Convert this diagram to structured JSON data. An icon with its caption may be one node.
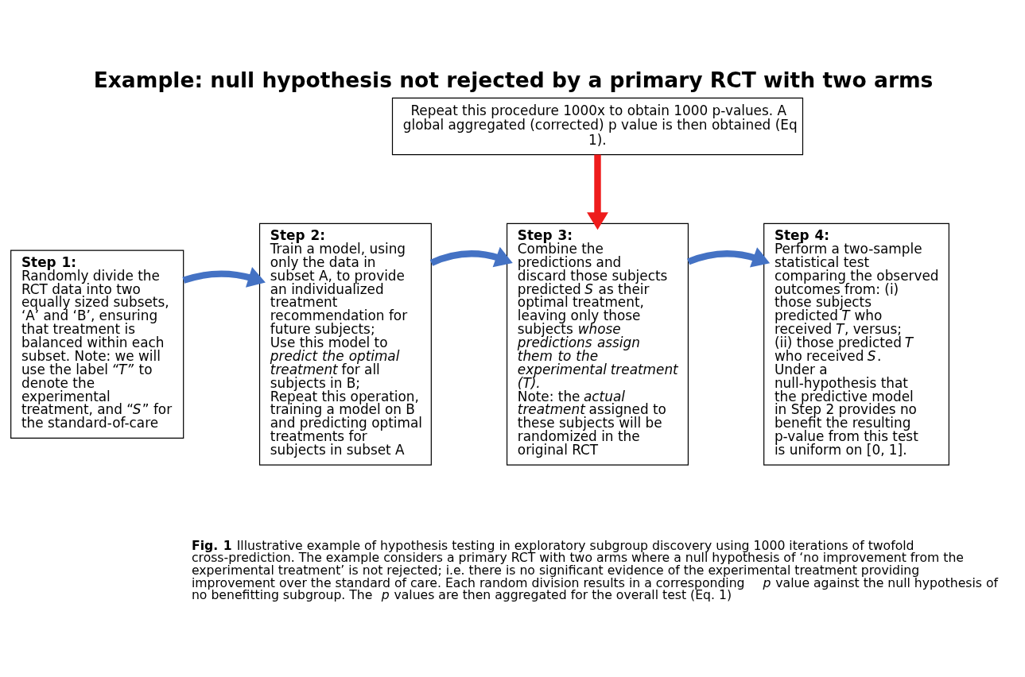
{
  "diagram": {
    "title": "Example: null hypothesis not rejected by a primary RCT with two arms",
    "caption": "**Fig. 1** Illustrative example of hypothesis testing in exploratory subgroup discovery using 1000 iterations of twofold cross-prediction. The example considers a primary RCT with two arms where a null hypothesis of ‘no improvement from the experimental treatment’ is not rejected; i.e. there is no significant evidence of the experimental treatment providing improvement over the standard of care. Each random division results in a corresponding *p* value against the null hypothesis of no benefitting subgroup. The *p* values are then aggregated for the overall test (Eq. 1)",
    "nodes": [
      {
        "text": [
          "Repeat this procedure 1000x to obtain 1000 p-values. A global aggregated (corrected) p value is then obtained (Eq 1)."
        ]
      },
      {
        "text": [
          "**Step 1:**",
          "Randomly divide the RCT data into two equally sized subsets, ‘A’ and ‘B’, ensuring that treatment is balanced within each subset. Note: we will use the label *“T”* to denote the experimental treatment, and “*S*” for the standard-of-care"
        ]
      },
      {
        "text": [
          "**Step 2:**",
          "Train a model, using only the data in subset A, to provide an individualized treatment recommendation for future subjects;",
          "Use this model to *predict the optimal treatment* for all subjects in B;",
          "Repeat this operation, training a model on B and predicting optimal treatments for subjects in subset A"
        ]
      },
      {
        "text": [
          "**Step 3:**",
          "Combine the predictions and discard those subjects predicted *S* as their optimal treatment, leaving only those subjects *whose predictions assign them to the experimental treatment (T).*",
          "Note: the *actual treatment* assigned to these subjects will be randomized in the original RCT"
        ]
      },
      {
        "text": [
          "**Step 4:**",
          "Perform a two-sample statistical test comparing the observed outcomes from: (i) those subjects predicted *T* who received *T*, versus; (ii) those predicted *T* who received *S*.",
          "Under a null-hypothesis that the predictive model in Step 2 provides no benefit the resulting p-value from this test is uniform on [0, 1]."
        ]
      }
    ],
    "edges": [
      {
        "from": 0,
        "to": 3,
        "arrow": "to",
        "color": "#ee1c1c"
      },
      {
        "from": 1,
        "to": 2,
        "arrow": "to"
      },
      {
        "from": 2,
        "to": 3,
        "arrow": "to"
      },
      {
        "from": 3,
        "to": 4,
        "arrow": "to"
      }
    ]
  }
}
